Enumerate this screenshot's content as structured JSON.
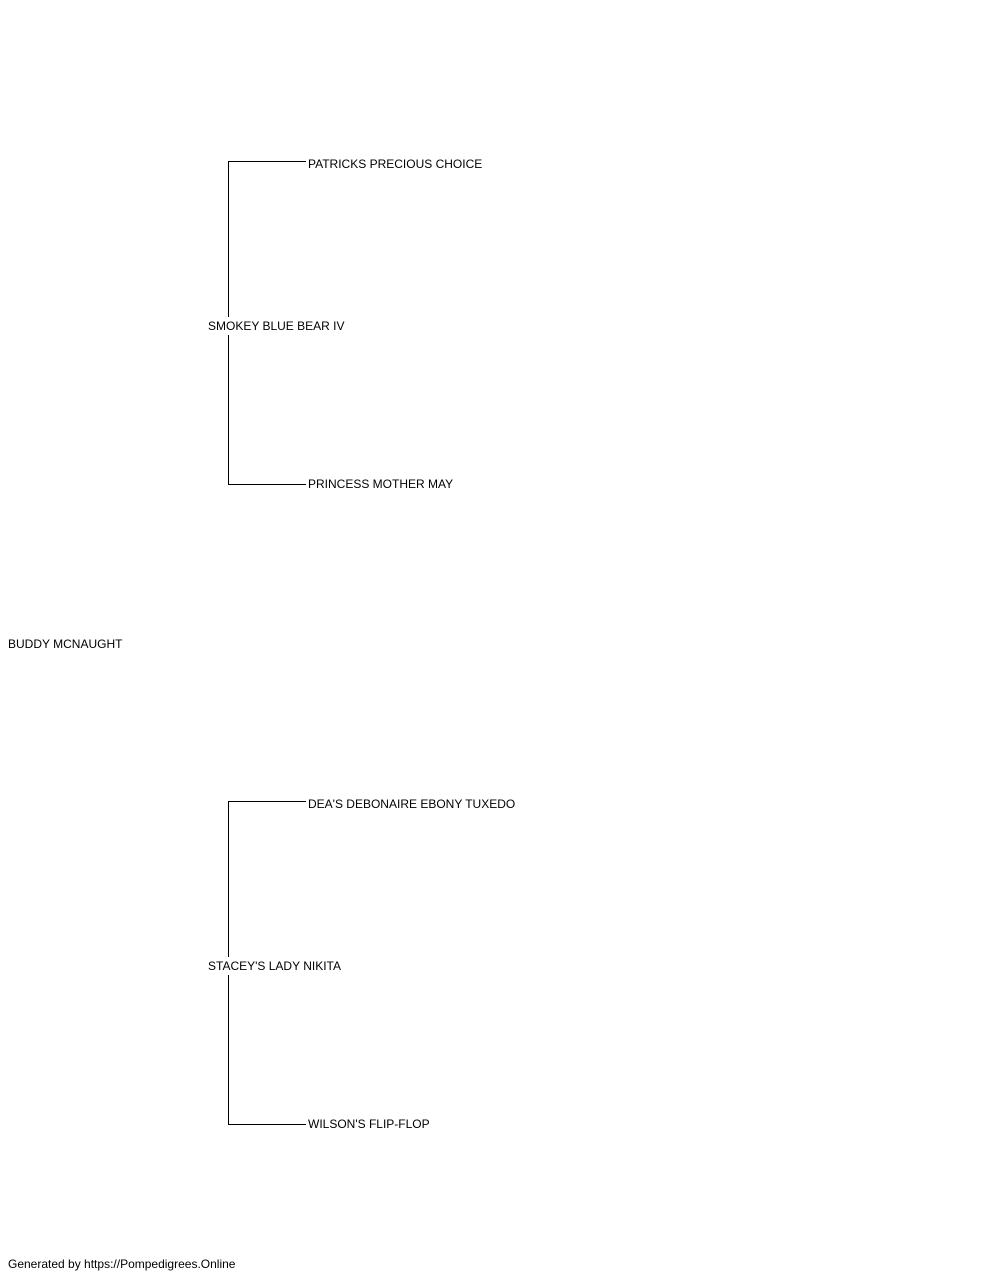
{
  "pedigree": {
    "subject": "BUDDY MCNAUGHT",
    "sire": {
      "name": "SMOKEY BLUE BEAR IV",
      "sire": "PATRICKS PRECIOUS CHOICE",
      "dam": "PRINCESS MOTHER MAY"
    },
    "dam": {
      "name": "STACEY'S LADY NIKITA",
      "sire": "DEA'S DEBONAIRE EBONY TUXEDO",
      "dam": "WILSON'S FLIP-FLOP"
    }
  },
  "footer": "Generated by https://Pompedigrees.Online",
  "colors": {
    "line": "#000000",
    "text": "#000000",
    "background": "#ffffff"
  }
}
